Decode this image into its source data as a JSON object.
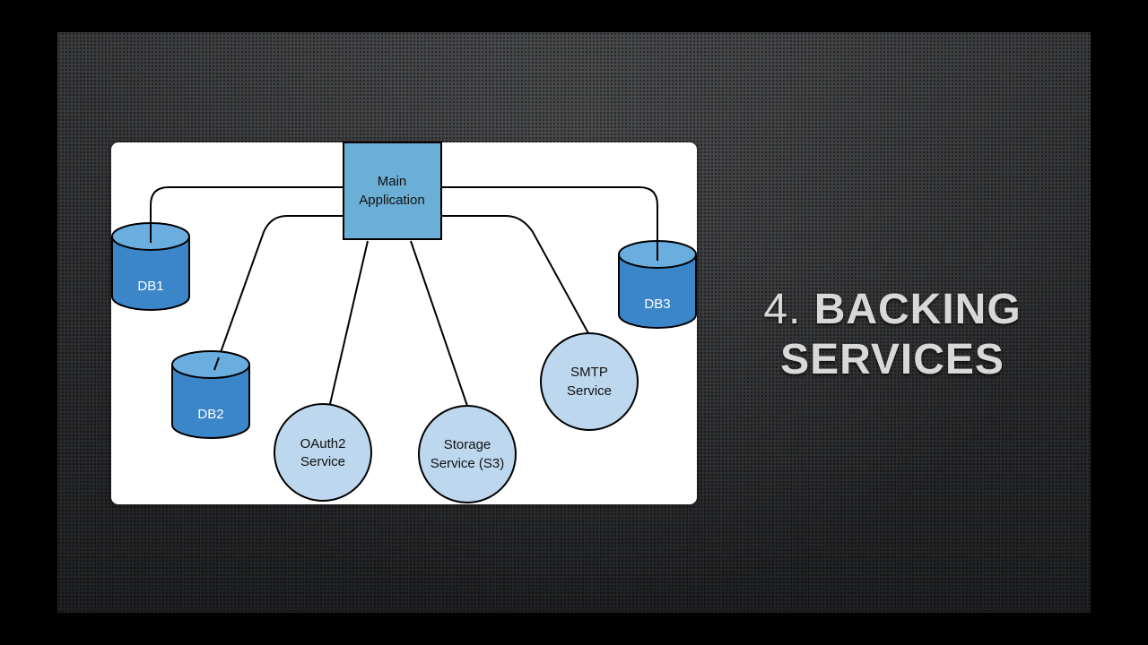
{
  "slide": {
    "title_number": "4.",
    "title_line1": "BACKING",
    "title_line2": "SERVICES"
  },
  "diagram": {
    "main": {
      "line1": "Main",
      "line2": "Application"
    },
    "databases": [
      {
        "label": "DB1"
      },
      {
        "label": "DB2"
      },
      {
        "label": "DB3"
      }
    ],
    "services": [
      {
        "line1": "OAuth2",
        "line2": "Service"
      },
      {
        "line1": "Storage",
        "line2": "Service (S3)"
      },
      {
        "line1": "SMTP",
        "line2": "Service"
      }
    ],
    "colors": {
      "main_box": "#6baed6",
      "db_fill": "#3a86c8",
      "db_top": "#6aaee0",
      "service_fill": "#bcd7ee",
      "stroke": "#000000"
    }
  }
}
